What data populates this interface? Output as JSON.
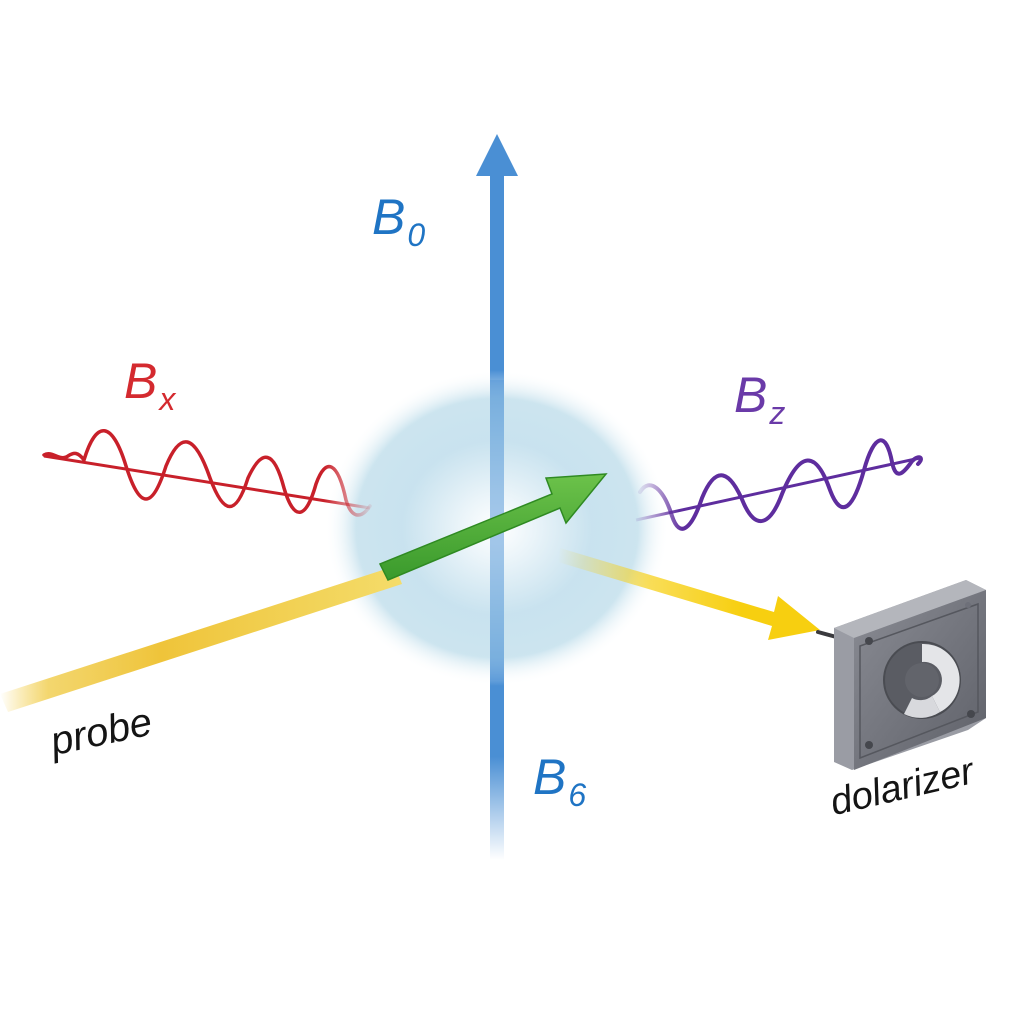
{
  "diagram": {
    "labels": {
      "b0": {
        "main": "B",
        "sub": "0"
      },
      "b6": {
        "main": "B",
        "sub": "6"
      },
      "bx": {
        "main": "B",
        "sub": "x"
      },
      "bz": {
        "main": "B",
        "sub": "z"
      },
      "probe": "probe",
      "polarizer": "dolarizer"
    },
    "colors": {
      "axis_blue": "#4a8fd4",
      "label_blue": "#1f74c4",
      "wave_red": "#c8202a",
      "wave_purple": "#5e2d9e",
      "probe_yellow": "#f2c62a",
      "output_yellow": "#f7cf10",
      "spin_green": "#4caf3a",
      "cloud_blue": "#bcdcea",
      "device_gray": "#6e7079"
    },
    "elements": [
      "vertical-field-axis-B0",
      "atomic-cloud",
      "probe-beam",
      "spin-vector-arrow",
      "oscillating-field-Bx",
      "oscillating-field-Bz",
      "output-beam-arrow",
      "polarizer-device"
    ]
  }
}
